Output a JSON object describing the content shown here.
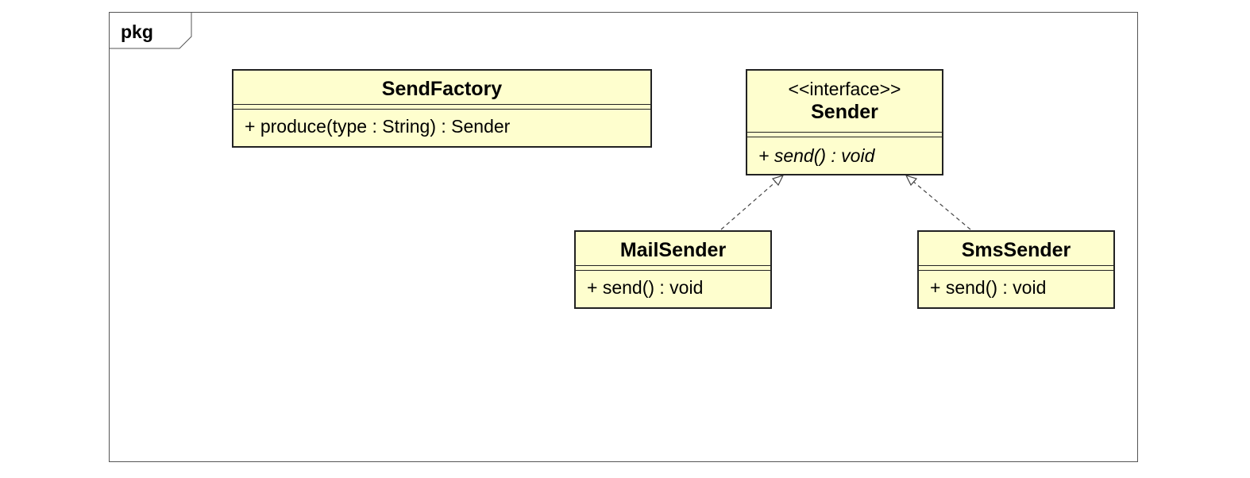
{
  "package": {
    "label": "pkg"
  },
  "classes": {
    "send_factory": {
      "name": "SendFactory",
      "operations": [
        "+ produce(type : String) : Sender"
      ]
    },
    "sender": {
      "stereotype": "<<interface>>",
      "name": "Sender",
      "operations": [
        "+ send() : void"
      ]
    },
    "mail_sender": {
      "name": "MailSender",
      "operations": [
        "+ send() : void"
      ]
    },
    "sms_sender": {
      "name": "SmsSender",
      "operations": [
        "+ send() : void"
      ]
    }
  },
  "relations": [
    {
      "type": "realization",
      "from": "MailSender",
      "to": "Sender"
    },
    {
      "type": "realization",
      "from": "SmsSender",
      "to": "Sender"
    }
  ],
  "colors": {
    "class_fill": "#fefece",
    "class_border": "#222222",
    "frame_border": "#555555"
  }
}
